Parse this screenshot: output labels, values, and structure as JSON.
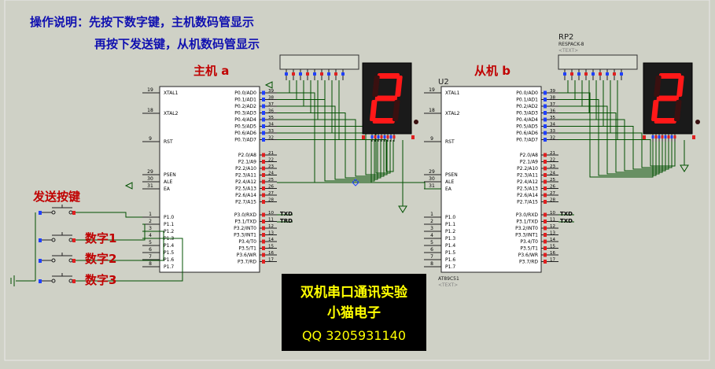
{
  "instructions": {
    "line1": "操作说明：先按下数字键，主机数码管显示",
    "line2": "再按下发送键，从机数码管显示"
  },
  "master": {
    "title": "主机  a",
    "left_pins": [
      {
        "num": "19",
        "name": "XTAL1"
      },
      {
        "num": "18",
        "name": "XTAL2"
      },
      {
        "num": "9",
        "name": "RST"
      },
      {
        "num": "29",
        "name": "PSEN"
      },
      {
        "num": "30",
        "name": "ALE"
      },
      {
        "num": "31",
        "name": "EA"
      },
      {
        "num": "1",
        "name": "P1.0"
      },
      {
        "num": "2",
        "name": "P1.1"
      },
      {
        "num": "3",
        "name": "P1.2"
      },
      {
        "num": "4",
        "name": "P1.3"
      },
      {
        "num": "5",
        "name": "P1.4"
      },
      {
        "num": "6",
        "name": "P1.5"
      },
      {
        "num": "7",
        "name": "P1.6"
      },
      {
        "num": "8",
        "name": "P1.7"
      }
    ],
    "right_pins": [
      {
        "num": "39",
        "name": "P0.0/AD0"
      },
      {
        "num": "38",
        "name": "P0.1/AD1"
      },
      {
        "num": "37",
        "name": "P0.2/AD2"
      },
      {
        "num": "36",
        "name": "P0.3/AD3"
      },
      {
        "num": "35",
        "name": "P0.4/AD4"
      },
      {
        "num": "34",
        "name": "P0.5/AD5"
      },
      {
        "num": "33",
        "name": "P0.6/AD6"
      },
      {
        "num": "32",
        "name": "P0.7/AD7"
      },
      {
        "num": "21",
        "name": "P2.0/A8"
      },
      {
        "num": "22",
        "name": "P2.1/A9"
      },
      {
        "num": "23",
        "name": "P2.2/A10"
      },
      {
        "num": "24",
        "name": "P2.3/A11"
      },
      {
        "num": "25",
        "name": "P2.4/A12"
      },
      {
        "num": "26",
        "name": "P2.5/A13"
      },
      {
        "num": "27",
        "name": "P2.6/A14"
      },
      {
        "num": "28",
        "name": "P2.7/A15"
      },
      {
        "num": "10",
        "name": "P3.0/RXD"
      },
      {
        "num": "11",
        "name": "P3.1/TXD"
      },
      {
        "num": "12",
        "name": "P3.2/INT0"
      },
      {
        "num": "13",
        "name": "P3.3/INT1"
      },
      {
        "num": "14",
        "name": "P3.4/T0"
      },
      {
        "num": "15",
        "name": "P3.5/T1"
      },
      {
        "num": "16",
        "name": "P3.6/WR"
      },
      {
        "num": "17",
        "name": "P3.7/RD"
      }
    ],
    "display_digit": "2",
    "txd_label": "TXD",
    "trd_label": "TRD"
  },
  "slave": {
    "title": "从机  b",
    "ref": "U2",
    "part": "AT89C51",
    "text_tag": "<TEXT>",
    "display_digit": "2",
    "txd_label": "TXD",
    "trd_label": "TXD"
  },
  "resistor_pack": {
    "ref": "RP2",
    "part": "RESPACK-8",
    "text_tag": "<TEXT>"
  },
  "buttons": {
    "send": "发送按键",
    "digit1": "数字1",
    "digit2": "数字2",
    "digit3": "数字3"
  },
  "banner": {
    "line1": "双机串口通讯实验",
    "line2": "小猫电子",
    "line3": "QQ 3205931140"
  },
  "colors": {
    "background": "#cfd1c6",
    "chip_fill": "#ffffff",
    "wire": "#005000",
    "title_red": "#c00000",
    "instruction_blue": "#1010b0",
    "segment_on": "#ff1818",
    "banner_text": "#ffff00",
    "banner_bg": "#000000"
  }
}
